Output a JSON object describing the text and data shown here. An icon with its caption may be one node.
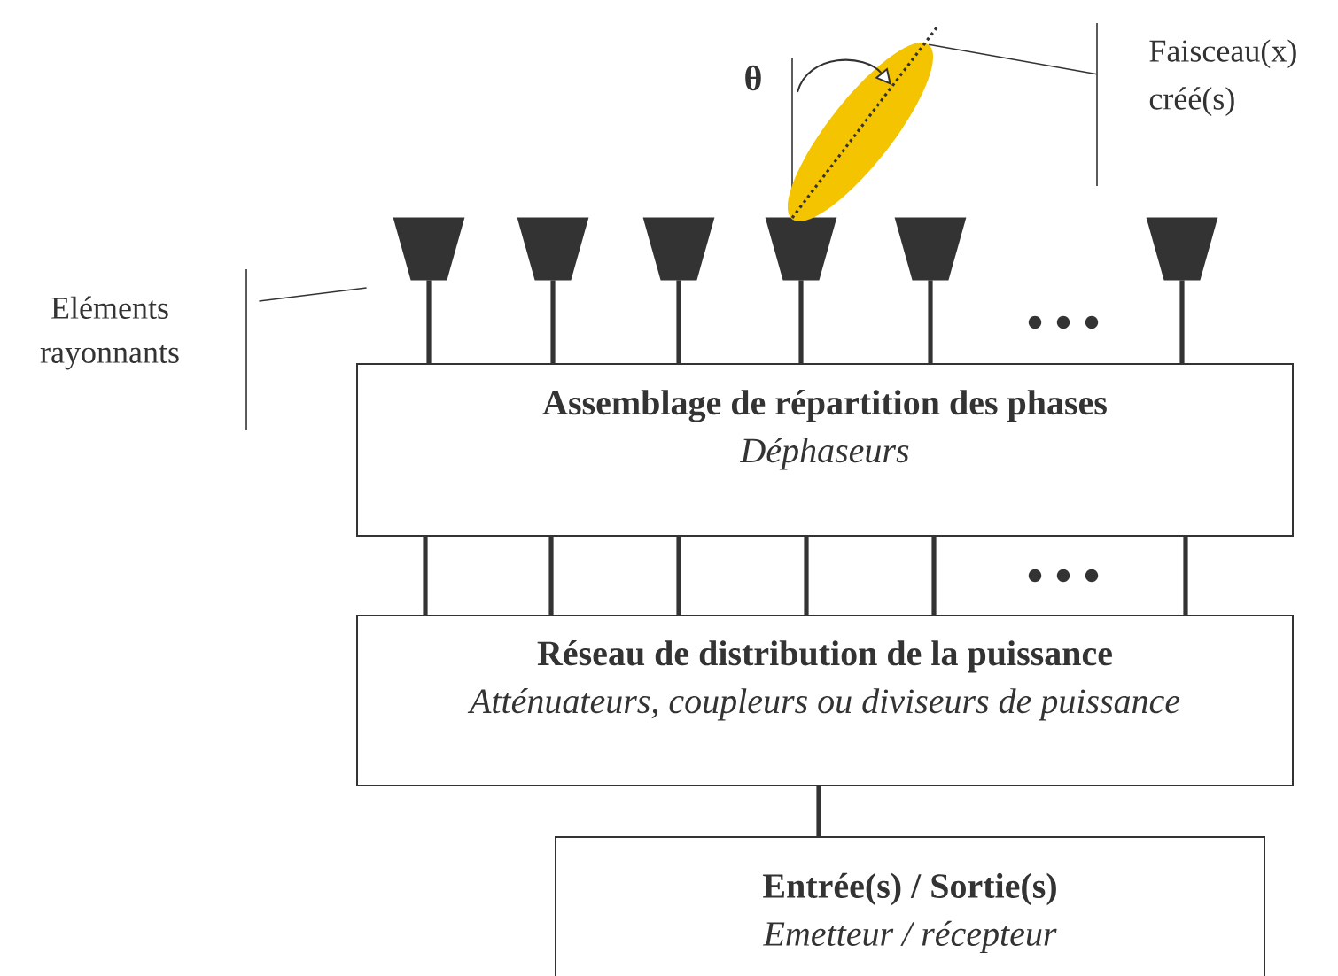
{
  "diagram": {
    "nodes": [
      {
        "text": [],
        "shape": "trapezoid"
      },
      {
        "text": [],
        "shape": "trapezoid"
      },
      {
        "text": [],
        "shape": "trapezoid"
      },
      {
        "text": [],
        "shape": "trapezoid"
      },
      {
        "text": [],
        "shape": "trapezoid"
      },
      {
        "text": [],
        "shape": "trapezoid"
      },
      {
        "text": [
          "Assemblage de répartition des phases",
          "Déphaseurs"
        ]
      },
      {
        "text": [
          "Réseau de distribution de la puissance",
          "Atténuateurs, coupleurs ou diviseurs de puissance"
        ]
      },
      {
        "text": [
          "Entrée(s) / Sortie(s)",
          "Emetteur / récepteur"
        ]
      },
      {
        "text": [
          "Eléments rayonnants"
        ]
      },
      {
        "text": [],
        "shape": "ellipse"
      },
      {
        "text": [
          "Faisceau(x) créé(s)"
        ]
      }
    ],
    "edges": [
      {
        "from": 0,
        "to": 6,
        "arrow": "none"
      },
      {
        "from": 1,
        "to": 6,
        "arrow": "none"
      },
      {
        "from": 2,
        "to": 6,
        "arrow": "none"
      },
      {
        "from": 3,
        "to": 6,
        "arrow": "none"
      },
      {
        "from": 4,
        "to": 6,
        "arrow": "none"
      },
      {
        "from": 5,
        "to": 6,
        "arrow": "none"
      },
      {
        "from": 6,
        "to": 7,
        "arrow": "none"
      },
      {
        "from": 6,
        "to": 7,
        "arrow": "none"
      },
      {
        "from": 6,
        "to": 7,
        "arrow": "none"
      },
      {
        "from": 6,
        "to": 7,
        "arrow": "none"
      },
      {
        "from": 6,
        "to": 7,
        "arrow": "none"
      },
      {
        "from": 6,
        "to": 7,
        "arrow": "none"
      },
      {
        "from": 7,
        "to": 8,
        "arrow": "none"
      },
      {
        "from": 9,
        "to": 0,
        "arrow": "none"
      },
      {
        "from": 11,
        "to": 10,
        "arrow": "none"
      }
    ],
    "labels": [
      "θ"
    ]
  }
}
